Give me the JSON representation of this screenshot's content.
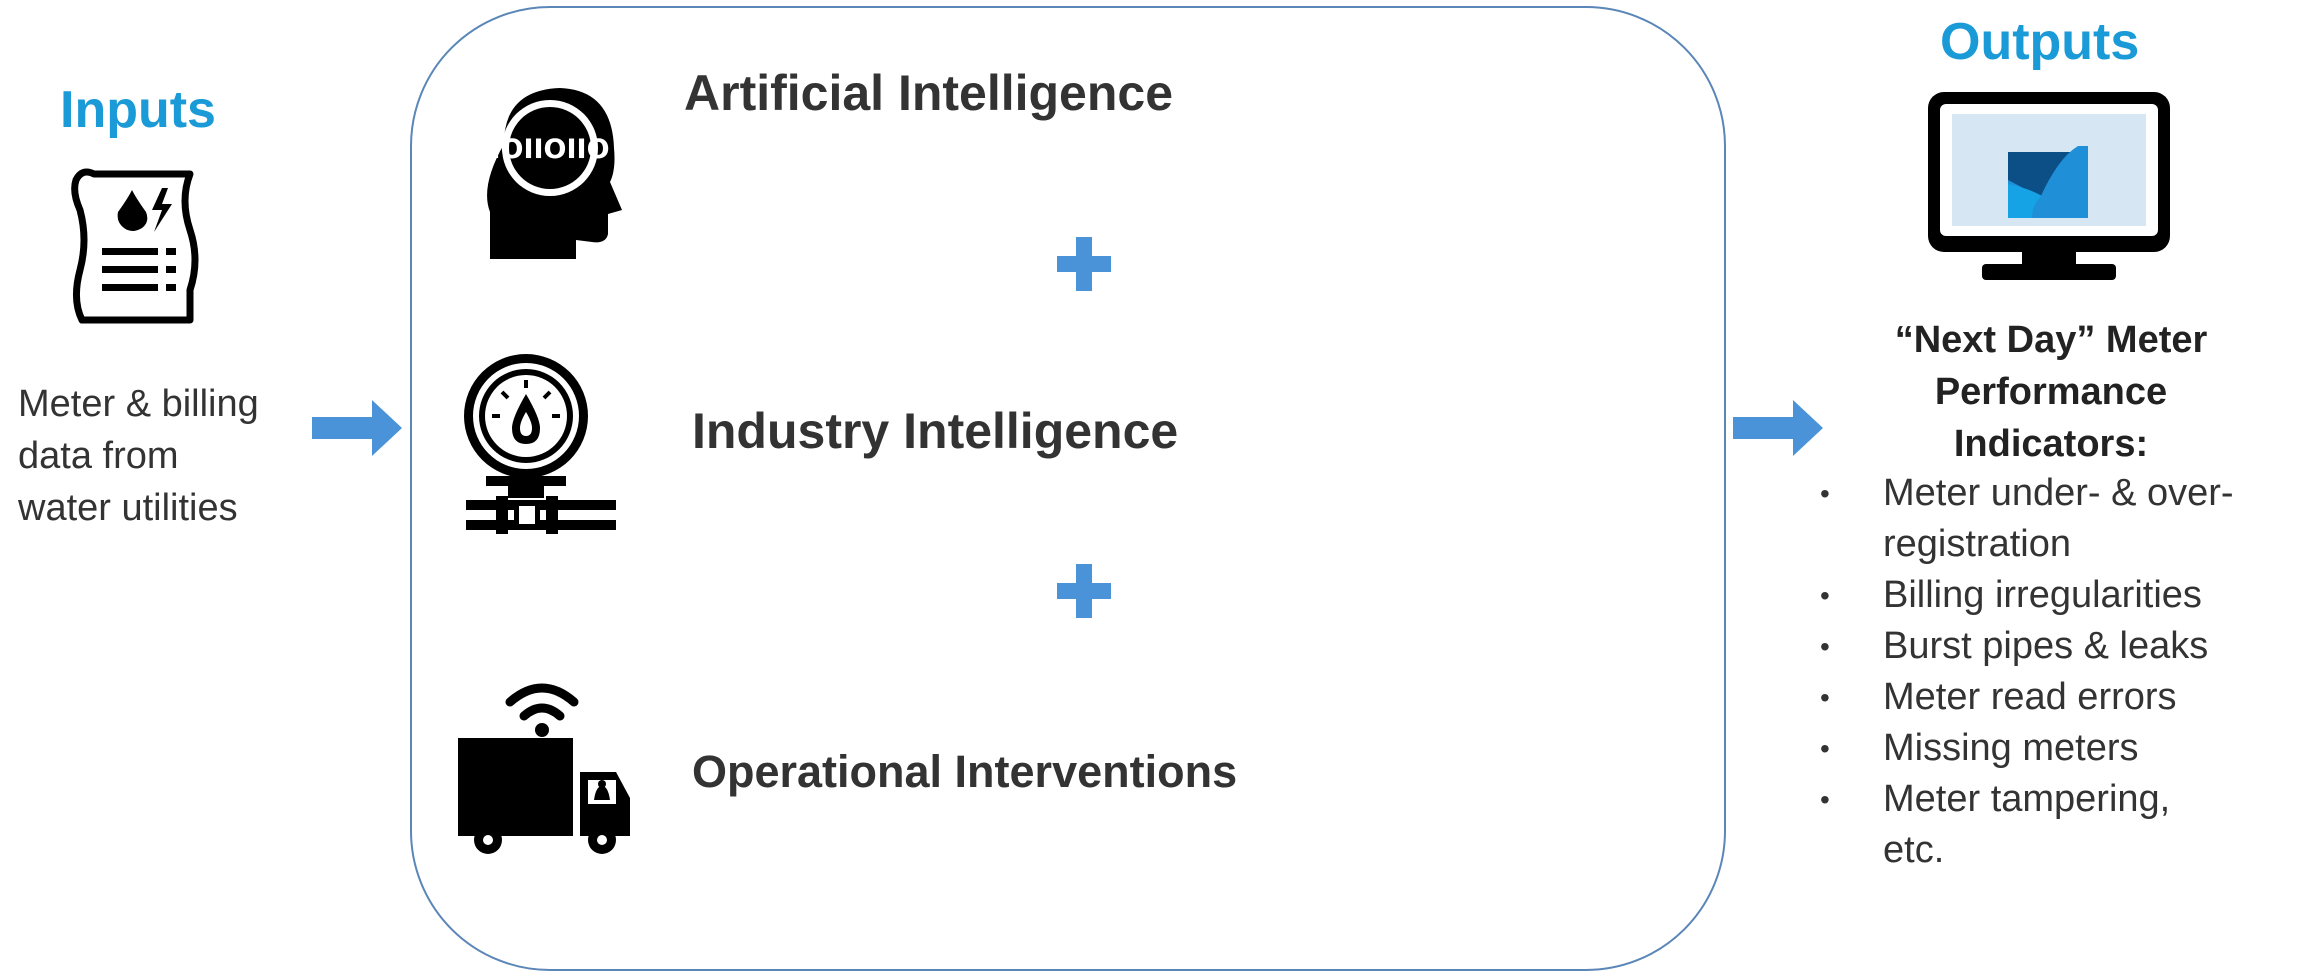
{
  "inputs": {
    "heading": "Inputs",
    "lines": [
      "Meter & billing",
      "data from",
      "water utilities"
    ]
  },
  "center": {
    "items": [
      {
        "label": "Artificial Intelligence",
        "icon": "ai-head-icon"
      },
      {
        "label": "Industry Intelligence",
        "icon": "pressure-gauge-icon"
      },
      {
        "label": "Operational Interventions",
        "icon": "connected-truck-icon"
      }
    ],
    "connector": "+"
  },
  "outputs": {
    "heading": "Outputs",
    "title_lines": [
      "“Next Day” Meter",
      "Performance",
      "Indicators:"
    ],
    "bullets": [
      [
        "Meter under- & over-",
        "registration"
      ],
      [
        "Billing irregularities"
      ],
      [
        "Burst pipes & leaks"
      ],
      [
        "Meter read errors"
      ],
      [
        "Missing meters"
      ],
      [
        "Meter tampering,",
        "etc."
      ]
    ]
  },
  "colors": {
    "accent_blue": "#1a9ad6",
    "arrow_blue": "#4a93d8",
    "box_border": "#5a86b8",
    "text": "#333333"
  }
}
